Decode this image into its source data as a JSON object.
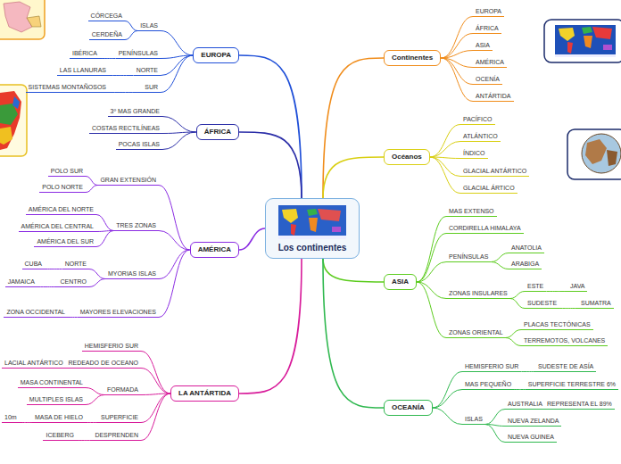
{
  "diagram": {
    "nodes": [
      {
        "text": [
          "Los continentes"
        ]
      },
      {
        "text": [
          "EUROPA"
        ]
      },
      {
        "text": [
          "ISLAS"
        ]
      },
      {
        "text": [
          "CÓRCEGA"
        ]
      },
      {
        "text": [
          "CERDEÑA"
        ]
      },
      {
        "text": [
          "PENÍNSULAS"
        ]
      },
      {
        "text": [
          "IBÉRICA"
        ]
      },
      {
        "text": [
          "NORTE"
        ]
      },
      {
        "text": [
          "LAS LLANURAS"
        ]
      },
      {
        "text": [
          "SUR"
        ]
      },
      {
        "text": [
          "SISTEMAS MONTAÑOSOS"
        ]
      },
      {
        "text": [
          "ÁFRICA"
        ]
      },
      {
        "text": [
          "3º MAS GRANDE"
        ]
      },
      {
        "text": [
          "COSTAS RECTILÍNEAS"
        ]
      },
      {
        "text": [
          "POCAS ISLAS"
        ]
      },
      {
        "text": [
          "AMÉRICA"
        ]
      },
      {
        "text": [
          "GRAN EXTENSIÓN"
        ]
      },
      {
        "text": [
          "POLO SUR"
        ]
      },
      {
        "text": [
          "POLO NORTE"
        ]
      },
      {
        "text": [
          "TRES ZONAS"
        ]
      },
      {
        "text": [
          "AMÉRICA DEL NORTE"
        ]
      },
      {
        "text": [
          "AMÉRICA DEL CENTRAL"
        ]
      },
      {
        "text": [
          "AMÉRICA DEL SUR"
        ]
      },
      {
        "text": [
          "MYORIAS ISLAS"
        ]
      },
      {
        "text": [
          "NORTE"
        ]
      },
      {
        "text": [
          "CUBA"
        ]
      },
      {
        "text": [
          "CENTRO"
        ]
      },
      {
        "text": [
          "JAMAICA"
        ]
      },
      {
        "text": [
          "MAYORES ELEVACIONES"
        ]
      },
      {
        "text": [
          "ZONA OCCIDENTAL"
        ]
      },
      {
        "text": [
          "LA ANTÁRTIDA"
        ]
      },
      {
        "text": [
          "HEMISFERIO SUR"
        ]
      },
      {
        "text": [
          "REDEADO DE OCEANO"
        ]
      },
      {
        "text": [
          "LACIAL ANTÁRTICO"
        ]
      },
      {
        "text": [
          "FORMADA"
        ]
      },
      {
        "text": [
          "MASA CONTINENTAL"
        ]
      },
      {
        "text": [
          "MULTIPLES ISLAS"
        ]
      },
      {
        "text": [
          "SUPERFICIE"
        ]
      },
      {
        "text": [
          "MASA DE HIELO"
        ]
      },
      {
        "text": [
          "10m"
        ]
      },
      {
        "text": [
          "DESPRENDEN"
        ]
      },
      {
        "text": [
          "ICEBERG"
        ]
      },
      {
        "text": [
          "Continentes"
        ]
      },
      {
        "text": [
          "EUROPA"
        ]
      },
      {
        "text": [
          "ÁFRICA"
        ]
      },
      {
        "text": [
          "ASIA"
        ]
      },
      {
        "text": [
          "AMÉRICA"
        ]
      },
      {
        "text": [
          "OCENÍA"
        ]
      },
      {
        "text": [
          "ANTÁRTIDA"
        ]
      },
      {
        "text": [
          "Océanos"
        ]
      },
      {
        "text": [
          "PACÍFICO"
        ]
      },
      {
        "text": [
          "ATLÁNTICO"
        ]
      },
      {
        "text": [
          "ÍNDICO"
        ]
      },
      {
        "text": [
          "GLACIAL ANTÁRTICO"
        ]
      },
      {
        "text": [
          "GLACIAL ÁRTICO"
        ]
      },
      {
        "text": [
          "ASIA"
        ]
      },
      {
        "text": [
          "MAS EXTENSO"
        ]
      },
      {
        "text": [
          "CORDIRELLA HIMALAYA"
        ]
      },
      {
        "text": [
          "PENÍNSULAS"
        ]
      },
      {
        "text": [
          "ANATOLIA"
        ]
      },
      {
        "text": [
          "ARABIGA"
        ]
      },
      {
        "text": [
          "ZONAS INSULARES"
        ]
      },
      {
        "text": [
          "ESTE"
        ]
      },
      {
        "text": [
          "JAVA"
        ]
      },
      {
        "text": [
          "SUDESTE"
        ]
      },
      {
        "text": [
          "SUMATRA"
        ]
      },
      {
        "text": [
          "ZONAS ORIENTAL"
        ]
      },
      {
        "text": [
          "PLACAS TECTÓNICAS"
        ]
      },
      {
        "text": [
          "TERREMOTOS, VOLCANES"
        ]
      },
      {
        "text": [
          "OCEANÍA"
        ]
      },
      {
        "text": [
          "HEMISFERIO SUR"
        ]
      },
      {
        "text": [
          "SUDESTE DE ASÍA"
        ]
      },
      {
        "text": [
          "MAS PEQUEÑO"
        ]
      },
      {
        "text": [
          "SUPERFICIE TERRESTRE 6%"
        ]
      },
      {
        "text": [
          "ISLAS"
        ]
      },
      {
        "text": [
          "AUSTRALIA"
        ]
      },
      {
        "text": [
          "REPRESENTA EL 89%"
        ]
      },
      {
        "text": [
          "NUEVA ZELANDA"
        ]
      },
      {
        "text": [
          "NUEVA GUINEA"
        ]
      }
    ],
    "edges": [
      {
        "from": 0,
        "to": 1,
        "arrow": "none"
      },
      {
        "from": 0,
        "to": 11,
        "arrow": "none"
      },
      {
        "from": 0,
        "to": 15,
        "arrow": "none"
      },
      {
        "from": 0,
        "to": 30,
        "arrow": "none"
      },
      {
        "from": 0,
        "to": 42,
        "arrow": "none"
      },
      {
        "from": 0,
        "to": 49,
        "arrow": "none"
      },
      {
        "from": 0,
        "to": 55,
        "arrow": "none"
      },
      {
        "from": 0,
        "to": 69,
        "arrow": "none"
      },
      {
        "from": 1,
        "to": 2,
        "arrow": "none"
      },
      {
        "from": 2,
        "to": 3,
        "arrow": "none"
      },
      {
        "from": 2,
        "to": 4,
        "arrow": "none"
      },
      {
        "from": 1,
        "to": 5,
        "arrow": "none"
      },
      {
        "from": 5,
        "to": 6,
        "arrow": "none"
      },
      {
        "from": 1,
        "to": 7,
        "arrow": "none"
      },
      {
        "from": 7,
        "to": 8,
        "arrow": "none"
      },
      {
        "from": 1,
        "to": 9,
        "arrow": "none"
      },
      {
        "from": 9,
        "to": 10,
        "arrow": "none"
      },
      {
        "from": 11,
        "to": 12,
        "arrow": "none"
      },
      {
        "from": 11,
        "to": 13,
        "arrow": "none"
      },
      {
        "from": 11,
        "to": 14,
        "arrow": "none"
      },
      {
        "from": 15,
        "to": 16,
        "arrow": "none"
      },
      {
        "from": 16,
        "to": 17,
        "arrow": "none"
      },
      {
        "from": 16,
        "to": 18,
        "arrow": "none"
      },
      {
        "from": 15,
        "to": 19,
        "arrow": "none"
      },
      {
        "from": 19,
        "to": 20,
        "arrow": "none"
      },
      {
        "from": 19,
        "to": 21,
        "arrow": "none"
      },
      {
        "from": 19,
        "to": 22,
        "arrow": "none"
      },
      {
        "from": 15,
        "to": 23,
        "arrow": "none"
      },
      {
        "from": 23,
        "to": 24,
        "arrow": "none"
      },
      {
        "from": 24,
        "to": 25,
        "arrow": "none"
      },
      {
        "from": 23,
        "to": 26,
        "arrow": "none"
      },
      {
        "from": 26,
        "to": 27,
        "arrow": "none"
      },
      {
        "from": 15,
        "to": 28,
        "arrow": "none"
      },
      {
        "from": 28,
        "to": 29,
        "arrow": "none"
      },
      {
        "from": 30,
        "to": 31,
        "arrow": "none"
      },
      {
        "from": 30,
        "to": 32,
        "arrow": "none"
      },
      {
        "from": 32,
        "to": 33,
        "arrow": "none"
      },
      {
        "from": 30,
        "to": 34,
        "arrow": "none"
      },
      {
        "from": 34,
        "to": 35,
        "arrow": "none"
      },
      {
        "from": 34,
        "to": 36,
        "arrow": "none"
      },
      {
        "from": 30,
        "to": 37,
        "arrow": "none"
      },
      {
        "from": 37,
        "to": 38,
        "arrow": "none"
      },
      {
        "from": 38,
        "to": 39,
        "arrow": "none"
      },
      {
        "from": 30,
        "to": 40,
        "arrow": "none"
      },
      {
        "from": 40,
        "to": 41,
        "arrow": "none"
      },
      {
        "from": 42,
        "to": 43,
        "arrow": "none"
      },
      {
        "from": 42,
        "to": 44,
        "arrow": "none"
      },
      {
        "from": 42,
        "to": 45,
        "arrow": "none"
      },
      {
        "from": 42,
        "to": 46,
        "arrow": "none"
      },
      {
        "from": 42,
        "to": 47,
        "arrow": "none"
      },
      {
        "from": 42,
        "to": 48,
        "arrow": "none"
      },
      {
        "from": 49,
        "to": 50,
        "arrow": "none"
      },
      {
        "from": 49,
        "to": 51,
        "arrow": "none"
      },
      {
        "from": 49,
        "to": 52,
        "arrow": "none"
      },
      {
        "from": 49,
        "to": 53,
        "arrow": "none"
      },
      {
        "from": 49,
        "to": 54,
        "arrow": "none"
      },
      {
        "from": 55,
        "to": 56,
        "arrow": "none"
      },
      {
        "from": 55,
        "to": 57,
        "arrow": "none"
      },
      {
        "from": 55,
        "to": 58,
        "arrow": "none"
      },
      {
        "from": 58,
        "to": 59,
        "arrow": "none"
      },
      {
        "from": 58,
        "to": 60,
        "arrow": "none"
      },
      {
        "from": 55,
        "to": 61,
        "arrow": "none"
      },
      {
        "from": 61,
        "to": 62,
        "arrow": "none"
      },
      {
        "from": 62,
        "to": 63,
        "arrow": "none"
      },
      {
        "from": 61,
        "to": 64,
        "arrow": "none"
      },
      {
        "from": 64,
        "to": 65,
        "arrow": "none"
      },
      {
        "from": 55,
        "to": 66,
        "arrow": "none"
      },
      {
        "from": 66,
        "to": 67,
        "arrow": "none"
      },
      {
        "from": 66,
        "to": 68,
        "arrow": "none"
      },
      {
        "from": 69,
        "to": 70,
        "arrow": "none"
      },
      {
        "from": 70,
        "to": 71,
        "arrow": "none"
      },
      {
        "from": 69,
        "to": 72,
        "arrow": "none"
      },
      {
        "from": 72,
        "to": 73,
        "arrow": "none"
      },
      {
        "from": 69,
        "to": 74,
        "arrow": "none"
      },
      {
        "from": 74,
        "to": 75,
        "arrow": "none"
      },
      {
        "from": 75,
        "to": 76,
        "arrow": "none"
      },
      {
        "from": 74,
        "to": 77,
        "arrow": "none"
      },
      {
        "from": 74,
        "to": 78,
        "arrow": "none"
      }
    ]
  }
}
